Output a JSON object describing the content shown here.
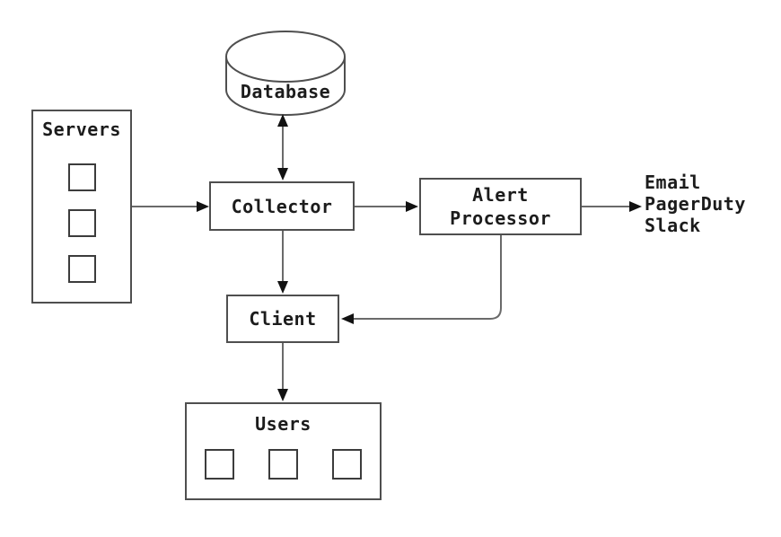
{
  "nodes": {
    "database": {
      "label": "Database"
    },
    "servers": {
      "label": "Servers",
      "item_count": 3
    },
    "collector": {
      "label": "Collector"
    },
    "alert_processor": {
      "line1": "Alert",
      "line2": "Processor"
    },
    "client": {
      "label": "Client"
    },
    "users": {
      "label": "Users",
      "item_count": 3
    },
    "notifications": {
      "lines": [
        "Email",
        "PagerDuty",
        "Slack"
      ]
    }
  },
  "edges": [
    {
      "from": "servers",
      "to": "collector",
      "direction": "right"
    },
    {
      "from": "database",
      "to": "collector",
      "direction": "both"
    },
    {
      "from": "collector",
      "to": "alert_processor",
      "direction": "right"
    },
    {
      "from": "alert_processor",
      "to": "notifications",
      "direction": "right"
    },
    {
      "from": "collector",
      "to": "client",
      "direction": "down"
    },
    {
      "from": "alert_processor",
      "to": "client",
      "direction": "down-then-left"
    },
    {
      "from": "client",
      "to": "users",
      "direction": "down"
    }
  ],
  "colors": {
    "background": "#ffffff",
    "box_border": "#4f4f4f",
    "square_border": "#3c3c3c",
    "arrow_shaft": "#6a6a6a",
    "arrowhead": "#121212",
    "text": "#1c1c1c"
  }
}
